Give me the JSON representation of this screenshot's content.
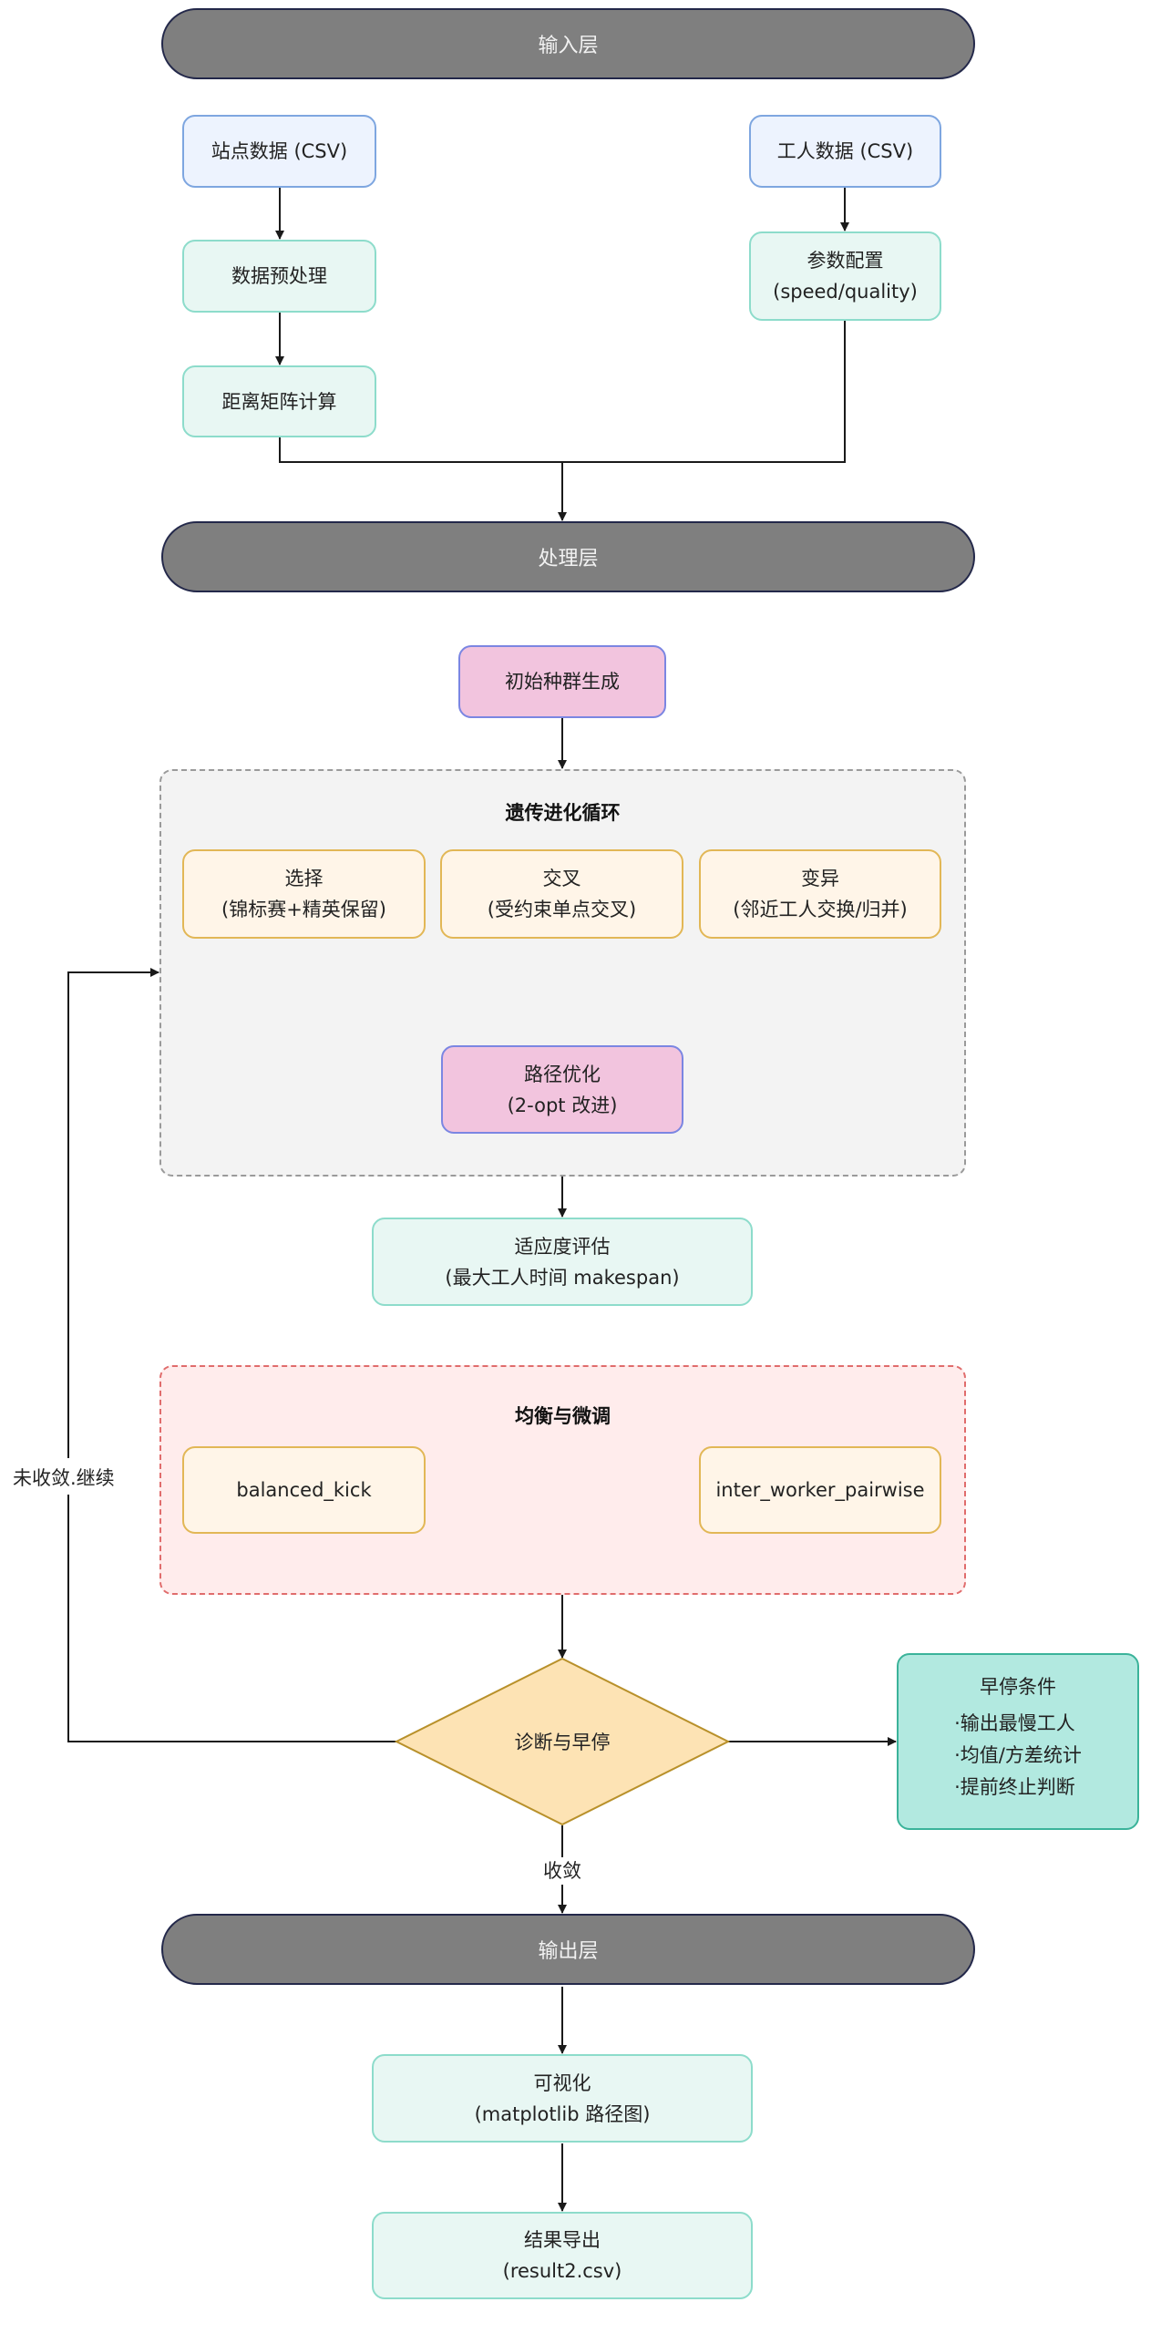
{
  "diagram": {
    "layers": {
      "input": "输入层",
      "processing": "处理层",
      "output": "输出层"
    },
    "input_nodes": {
      "station_data": "站点数据 (CSV)",
      "preprocess": "数据预处理",
      "distance_matrix": "距离矩阵计算",
      "worker_data": "工人数据 (CSV)",
      "param_config": {
        "line1": "参数配置",
        "line2": "(speed/quality)"
      }
    },
    "processing_nodes": {
      "init_population": "初始种群生成",
      "ga_loop": {
        "title": "遗传进化循环",
        "selection": {
          "line1": "选择",
          "line2": "(锦标赛+精英保留)"
        },
        "crossover": {
          "line1": "交叉",
          "line2": "(受约束单点交叉)"
        },
        "mutation": {
          "line1": "变异",
          "line2": "(邻近工人交换/归并)"
        },
        "route_opt": {
          "line1": "路径优化",
          "line2": "(2-opt 改进)"
        }
      },
      "fitness": {
        "line1": "适应度评估",
        "line2": "(最大工人时间 makespan)"
      },
      "balance_group": {
        "title": "均衡与微调",
        "balanced_kick": "balanced_kick",
        "pairwise": "inter_worker_pairwise"
      },
      "decision": "诊断与早停",
      "early_stop": {
        "title": "早停条件",
        "items": [
          "·输出最慢工人",
          "·均值/方差统计",
          "·提前终止判断"
        ]
      }
    },
    "edge_labels": {
      "not_converged": "未收敛.继续",
      "converged": "收敛"
    },
    "output_nodes": {
      "visualization": {
        "line1": "可视化",
        "line2": "(matplotlib 路径图)"
      },
      "export": {
        "line1": "结果导出",
        "line2": "(result2.csv)"
      }
    }
  }
}
